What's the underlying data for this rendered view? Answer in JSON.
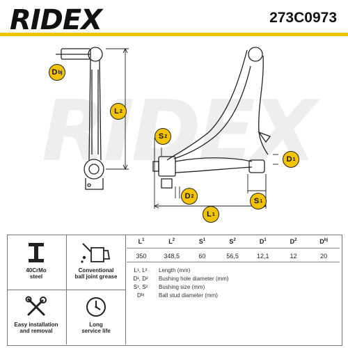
{
  "header": {
    "brand": "RIDEX",
    "part_number": "273C0973"
  },
  "drawing_labels": {
    "Dbj": "D",
    "Dbj_sup": "bj",
    "L2": "L",
    "L2_sup": "2",
    "S2": "S",
    "S2_sup": "2",
    "D1": "D",
    "D1_sup": "1",
    "D2": "D",
    "D2_sup": "2",
    "S1": "S",
    "S1_sup": "1",
    "L1": "L",
    "L1_sup": "1"
  },
  "features": [
    {
      "icon": "i-beam-icon",
      "label_line1": "40CrMo",
      "label_line2": "steel"
    },
    {
      "icon": "grease-can-icon",
      "label_line1": "Conventional",
      "label_line2": "ball joint grease"
    },
    {
      "icon": "tools-icon",
      "label_line1": "Easy installation",
      "label_line2": "and removal"
    },
    {
      "icon": "clock-icon",
      "label_line1": "Long",
      "label_line2": "service life"
    }
  ],
  "spec_table": {
    "headers": [
      {
        "base": "L",
        "sup": "1"
      },
      {
        "base": "L",
        "sup": "2"
      },
      {
        "base": "S",
        "sup": "1"
      },
      {
        "base": "S",
        "sup": "2"
      },
      {
        "base": "D",
        "sup": "1"
      },
      {
        "base": "D",
        "sup": "2"
      },
      {
        "base": "D",
        "sup": "bj"
      }
    ],
    "values": [
      "350",
      "348,5",
      "60",
      "56,5",
      "12,1",
      "12",
      "20"
    ]
  },
  "legend": [
    {
      "key": "L¹, L²",
      "text": "Length (mm)"
    },
    {
      "key": "D¹, D²",
      "text": "Bushing hole diameter (mm)"
    },
    {
      "key": "S¹, S²",
      "text": "Bushing size (mm)"
    },
    {
      "key": "Dᵇʲ",
      "text": "Ball stud diameter (mm)"
    }
  ],
  "colors": {
    "accent": "#f4c300",
    "line": "#222222"
  }
}
